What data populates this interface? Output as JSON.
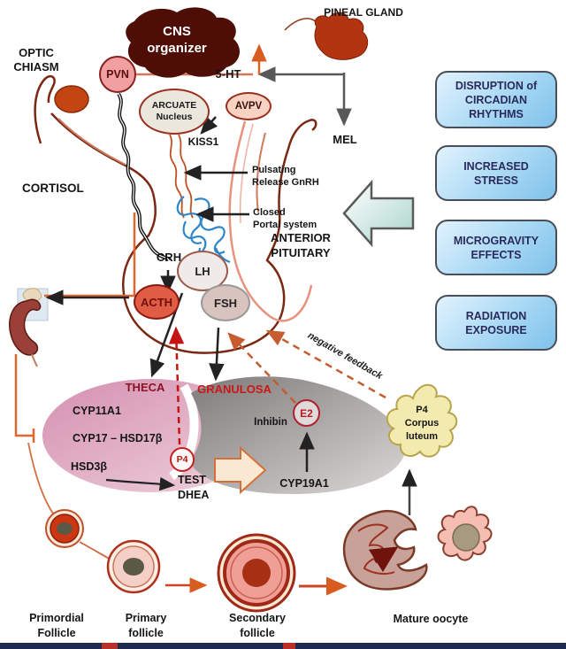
{
  "labels": {
    "optic_chiasm_1": "OPTIC",
    "optic_chiasm_2": "CHIASM",
    "pineal_gland": "PINEAL GLAND",
    "cns_1": "CNS",
    "cns_2": "organizer",
    "serotonin": "5-HT",
    "melatonin": "MEL",
    "kiss1": "KISS1",
    "pulsating_1": "Pulsating",
    "pulsating_2": "Release GnRH",
    "portal_1": "Closed",
    "portal_2": "Portal system",
    "anterior_1": "ANTERIOR",
    "anterior_2": "PITUITARY",
    "cortisol": "CORTISOL",
    "crh": "CRH",
    "negative_feedback": "negative feedback",
    "inhibin": "Inhibin",
    "cyp19a1": "CYP19A1",
    "test": "TEST",
    "dhea": "DHEA",
    "mature_oocyte": "Mature oocyte"
  },
  "nodes": {
    "pvn": "PVN",
    "arcuate_1": "ARCUATE",
    "arcuate_2": "Nucleus",
    "avpv": "AVPV",
    "acth": "ACTH",
    "lh": "LH",
    "fsh": "FSH",
    "p4": "P4",
    "e2": "E2",
    "corpus_1": "P4",
    "corpus_2": "Corpus",
    "corpus_3": "luteum"
  },
  "ovary": {
    "theca_title": "THECA",
    "granulosa_title": "GRANULOSA",
    "enzymes": [
      "CYP11A1",
      "CYP17 – HSD17β",
      "HSD3β"
    ]
  },
  "stressor_boxes": [
    {
      "lines": [
        "DISRUPTION of",
        "CIRCADIAN",
        "RHYTHMS"
      ]
    },
    {
      "lines": [
        "INCREASED",
        "STRESS"
      ]
    },
    {
      "lines": [
        "MICROGRAVITY",
        "EFFECTS"
      ]
    },
    {
      "lines": [
        "RADIATION",
        "EXPOSURE"
      ]
    }
  ],
  "follicle_labels": [
    {
      "line1": "Primordial",
      "line2": "Follicle"
    },
    {
      "line1": "Primary",
      "line2": "follicle"
    },
    {
      "line1": "Secondary",
      "line2": "follicle"
    }
  ],
  "colors": {
    "brain_outline": "#7a2812",
    "stressor_box_fill": "#a8d8f4",
    "stressor_text": "#2a2a5c",
    "theca_pink": "#d795b5",
    "granulosa_gray": "#8e8a8a",
    "corpus_yellow": "#f3eab0",
    "acth_red": "#e15c44",
    "dashed_feedback_orange": "#c65c30",
    "dashed_red": "#c41414",
    "portal_blue": "#2e86c8"
  }
}
